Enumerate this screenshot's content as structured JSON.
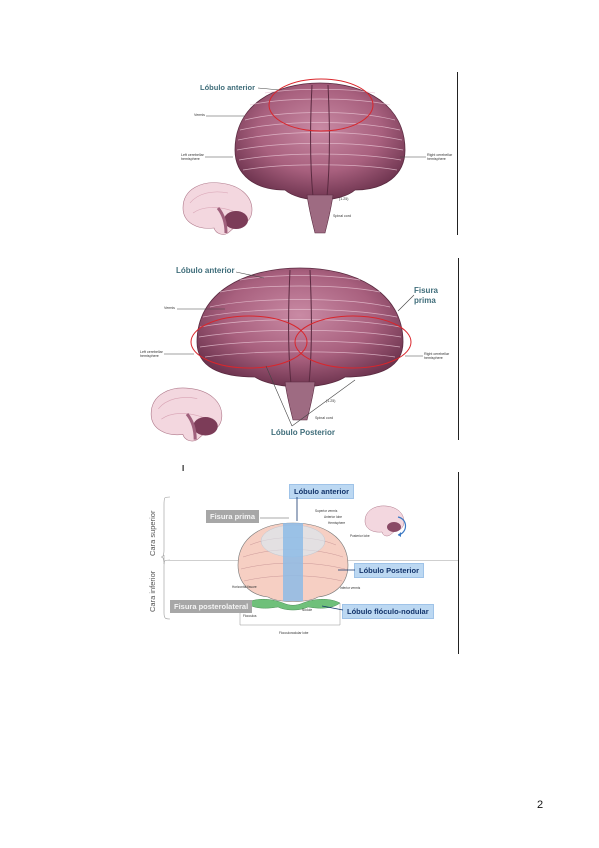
{
  "page_number": "2",
  "figure1": {
    "lobulo_anterior": "Lóbulo anterior",
    "vermis": "Vermis",
    "left_hemisphere": "Left cerebellar hemisphere",
    "right_hemisphere": "Right cerebellar hemisphere",
    "scale": "(1.25)",
    "spinal_cord": "Spinal cord"
  },
  "figure2": {
    "lobulo_anterior": "Lóbulo anterior",
    "fisura_prima": "Fisura prima",
    "vermis": "Vermis",
    "left_hemisphere": "Left cerebellar hemisphere",
    "right_hemisphere": "Right cerebellar hemisphere",
    "scale": "(1.25)",
    "spinal_cord": "Spinal cord",
    "lobulo_posterior": "Lóbulo Posterior"
  },
  "figure3": {
    "tick": "I",
    "cara_superior": "Cara superior",
    "cara_inferior": "Cara inferior",
    "lobulo_anterior": "Lóbulo anterior",
    "fisura_prima": "Fisura prima",
    "lobulo_posterior": "Lóbulo Posterior",
    "fisura_posterolateral": "Fisura posterolateral",
    "lobulo_floculo_nodular": "Lóbulo flóculo-nodular",
    "superior_vermis": "Superior vermis",
    "anterior_lobe": "Anterior lobe",
    "hemisphere": "Hemisphere",
    "posterior_lobe": "Posterior lobe",
    "inferior_vermis": "Inferior vermis",
    "horizontal_fissure": "Horizontal fissure",
    "nodule": "Nodule",
    "flocculus": "Flocculus",
    "flocculonodular_lobe": "Flocculonodular lobe"
  }
}
